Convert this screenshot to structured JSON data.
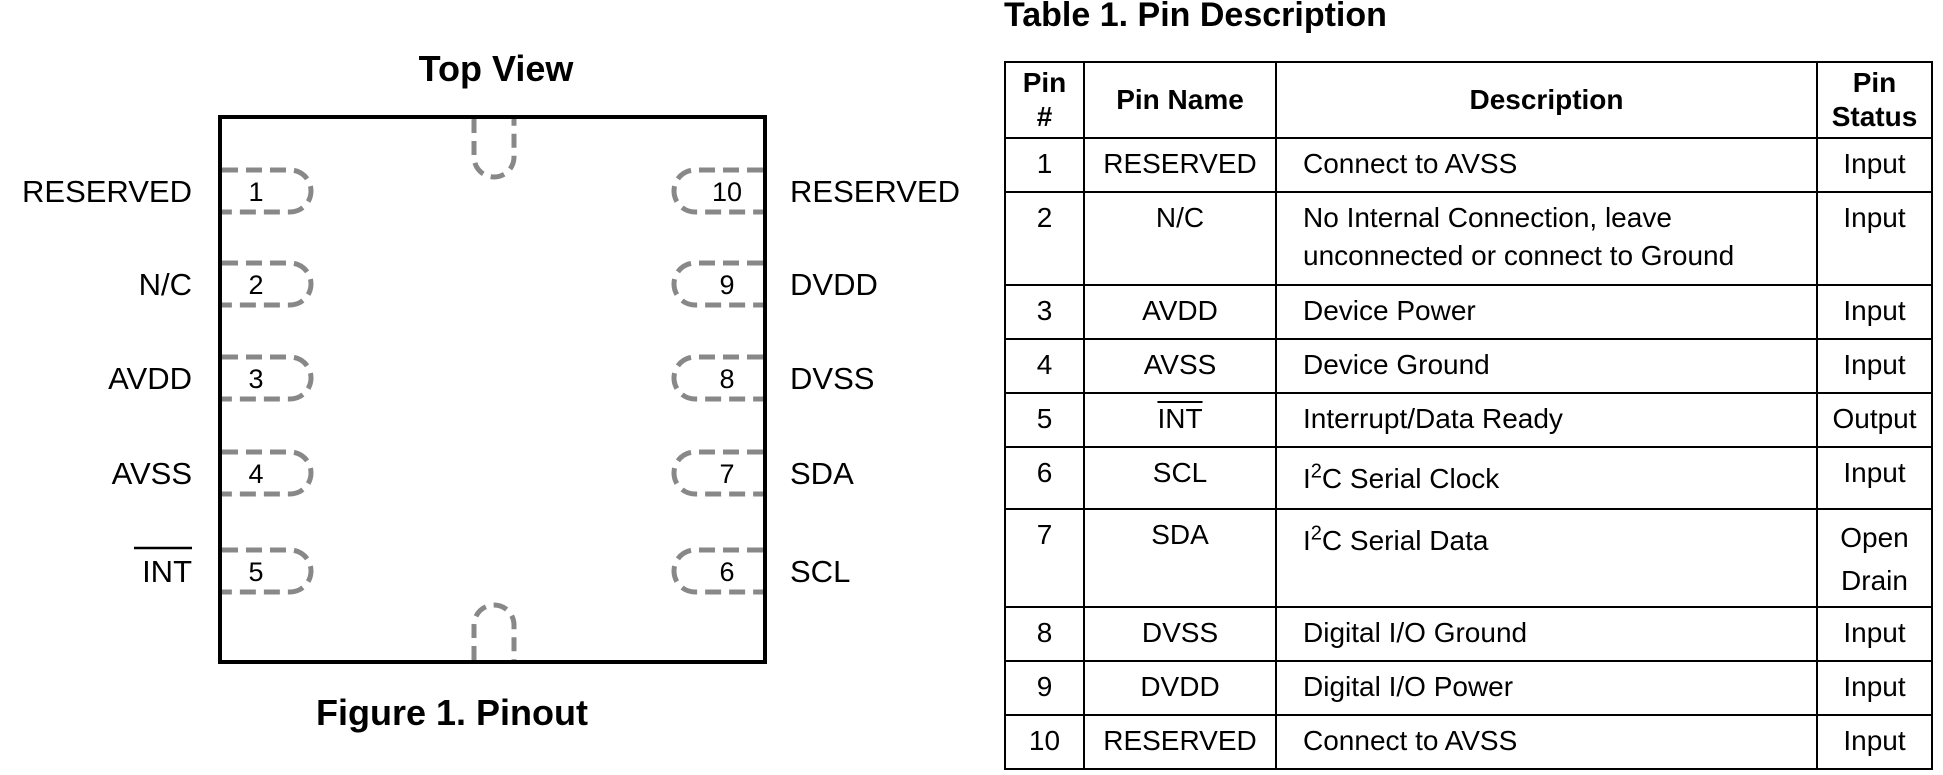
{
  "figure": {
    "heading": "Top View",
    "caption": "Figure 1. Pinout",
    "left_pins": [
      {
        "number": "1",
        "label": "RESERVED",
        "overline": false
      },
      {
        "number": "2",
        "label": "N/C",
        "overline": false
      },
      {
        "number": "3",
        "label": "AVDD",
        "overline": false
      },
      {
        "number": "4",
        "label": "AVSS",
        "overline": false
      },
      {
        "number": "5",
        "label": "INT",
        "overline": true
      }
    ],
    "right_pins": [
      {
        "number": "10",
        "label": "RESERVED",
        "overline": false
      },
      {
        "number": "9",
        "label": "DVDD",
        "overline": false
      },
      {
        "number": "8",
        "label": "DVSS",
        "overline": false
      },
      {
        "number": "7",
        "label": "SDA",
        "overline": false
      },
      {
        "number": "6",
        "label": "SCL",
        "overline": false
      }
    ]
  },
  "table": {
    "title": "Table 1. Pin Description",
    "headers": {
      "pin_number": "Pin #",
      "pin_name": "Pin Name",
      "description": "Description",
      "pin_status_line1": "Pin",
      "pin_status_line2": "Status"
    },
    "rows": [
      {
        "num": "1",
        "name": "RESERVED",
        "desc": "Connect to AVSS",
        "status": "Input"
      },
      {
        "num": "2",
        "name": "N/C",
        "desc_line1": "No Internal Connection, leave",
        "desc_line2": "unconnected or connect to Ground",
        "status": "Input"
      },
      {
        "num": "3",
        "name": "AVDD",
        "desc": "Device Power",
        "status": "Input"
      },
      {
        "num": "4",
        "name": "AVSS",
        "desc": "Device Ground",
        "status": "Input"
      },
      {
        "num": "5",
        "name": "INT",
        "desc": "Interrupt/Data Ready",
        "status": "Output"
      },
      {
        "num": "6",
        "name": "SCL",
        "desc_prefix": "I",
        "desc_sup": "2",
        "desc_rest": "C Serial Clock",
        "status": "Input"
      },
      {
        "num": "7",
        "name": "SDA",
        "desc_prefix": "I",
        "desc_sup": "2",
        "desc_rest": "C Serial Data",
        "status_line1": "Open",
        "status_line2": "Drain"
      },
      {
        "num": "8",
        "name": "DVSS",
        "desc": "Digital I/O Ground",
        "status": "Input"
      },
      {
        "num": "9",
        "name": "DVDD",
        "desc": "Digital I/O Power",
        "status": "Input"
      },
      {
        "num": "10",
        "name": "RESERVED",
        "desc": "Connect to AVSS",
        "status": "Input"
      }
    ]
  }
}
